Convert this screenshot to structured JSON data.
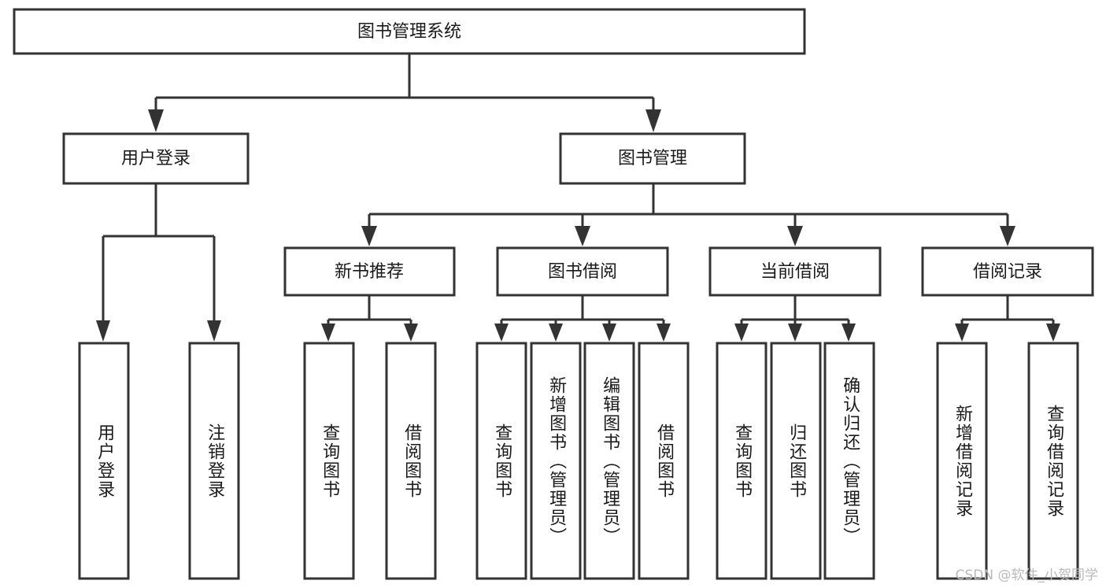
{
  "diagram": {
    "title": "图书管理系统",
    "type": "tree-hierarchy-chart",
    "root": {
      "label": "图书管理系统"
    },
    "level2": [
      {
        "label": "用户登录"
      },
      {
        "label": "图书管理"
      }
    ],
    "level3": [
      {
        "label": "新书推荐"
      },
      {
        "label": "图书借阅"
      },
      {
        "label": "当前借阅"
      },
      {
        "label": "借阅记录"
      }
    ],
    "leaves": {
      "user_login": [
        {
          "label": "用户登录"
        },
        {
          "label": "注销登录"
        }
      ],
      "new_book_recommend": [
        {
          "label": "查询图书"
        },
        {
          "label": "借阅图书"
        }
      ],
      "book_borrow": [
        {
          "label": "查询图书"
        },
        {
          "label": "新增图书（管理员）"
        },
        {
          "label": "编辑图书（管理员）"
        },
        {
          "label": "借阅图书"
        }
      ],
      "current_borrow": [
        {
          "label": "查询图书"
        },
        {
          "label": "归还图书"
        },
        {
          "label": "确认归还（管理员）"
        }
      ],
      "borrow_record": [
        {
          "label": "新增借阅记录"
        },
        {
          "label": "查询借阅记录"
        }
      ]
    }
  },
  "watermark": {
    "text": "CSDN @软件_小贺同学"
  },
  "colors": {
    "box_stroke": "#333333",
    "box_fill": "#ffffff",
    "text": "#1a1a1a",
    "background": "#ffffff",
    "watermark": "#b9b9b9"
  }
}
